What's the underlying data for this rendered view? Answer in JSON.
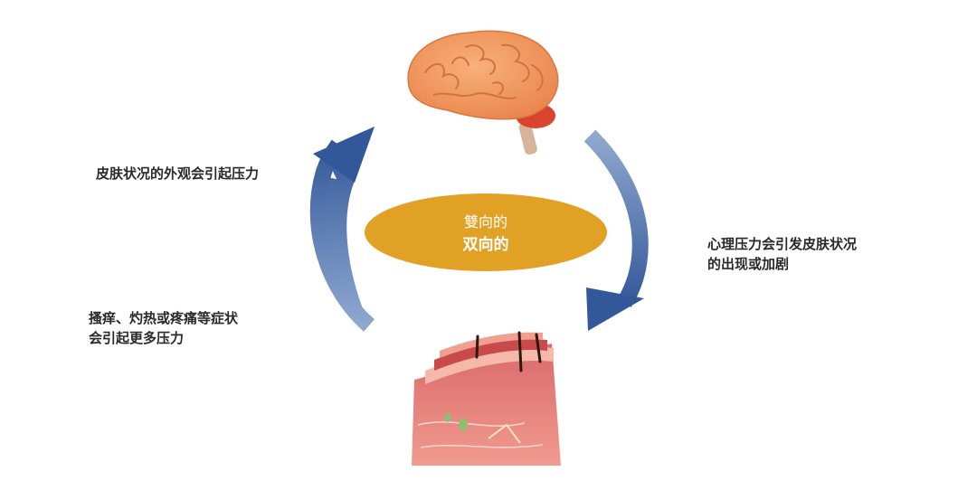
{
  "diagram": {
    "center": {
      "line1": "雙向的",
      "line2": "双向的",
      "fill_color": "#e1a125"
    },
    "labels": {
      "left_top": "皮肤状况的外观会引起压力",
      "left_bottom_line1": "搔痒、灼热或疼痛等症状",
      "left_bottom_line2": "会引起更多压力",
      "right_line1": "心理压力会引发皮肤状况",
      "right_line2": "的出现或加剧"
    },
    "arrow_color": "#3a5f9e",
    "nodes": {
      "top": "brain-illustration",
      "bottom": "skin-layers-illustration"
    }
  }
}
